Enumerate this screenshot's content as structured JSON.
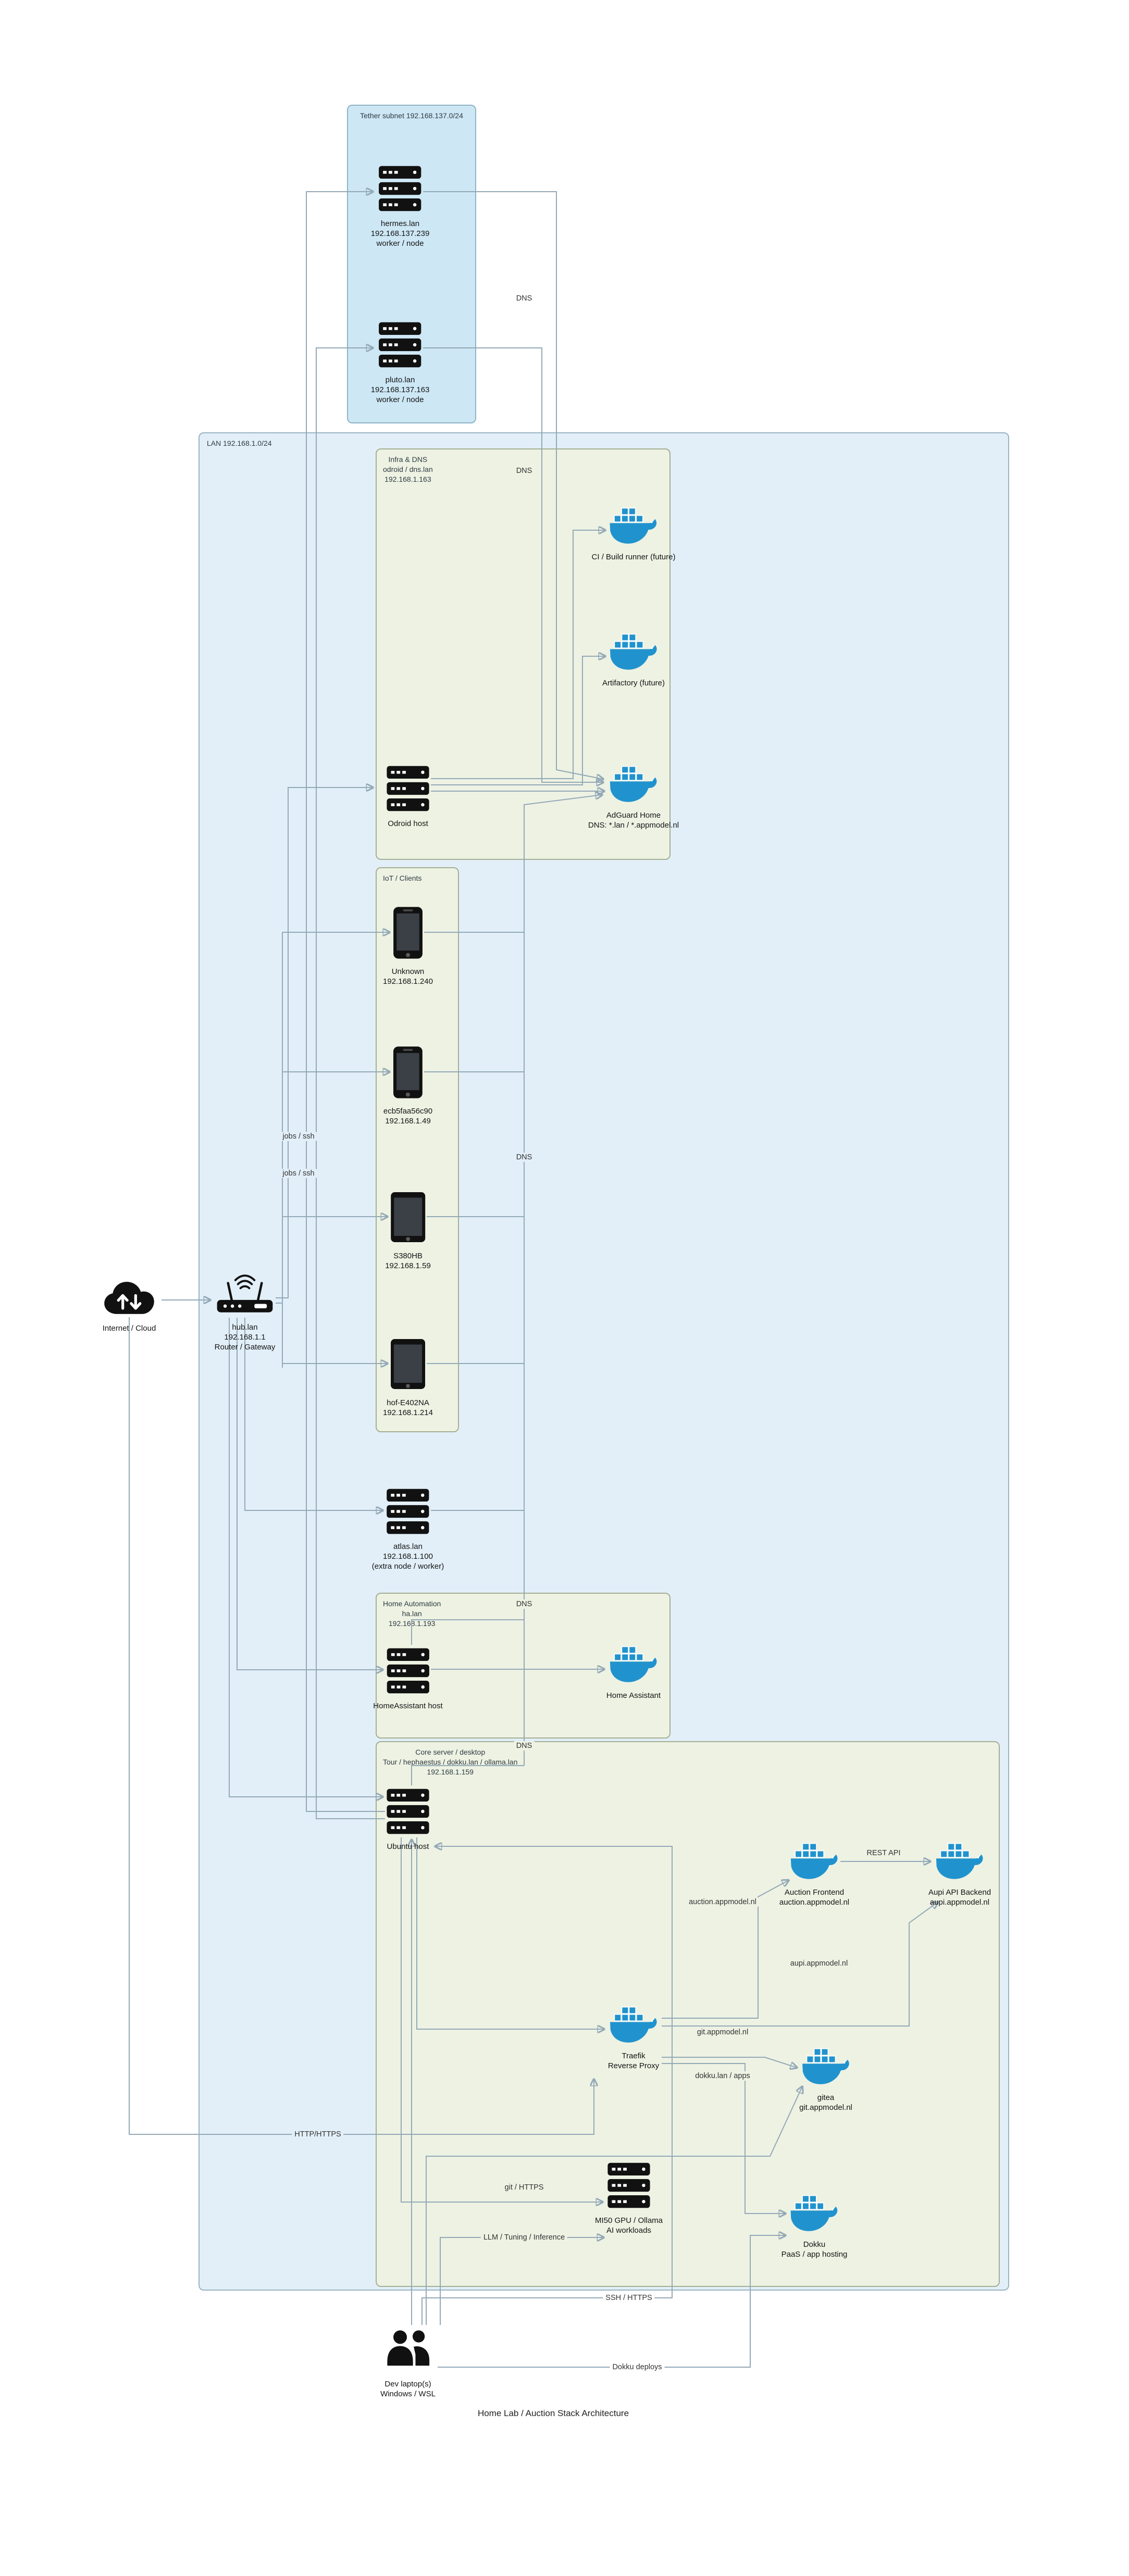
{
  "diagram": {
    "title": "Home Lab / Auction Stack Architecture"
  },
  "clusters": {
    "tether": {
      "label": "Tether subnet 192.168.137.0/24"
    },
    "lan": {
      "label": "LAN 192.168.1.0/24"
    },
    "infra": {
      "lines": [
        "Infra & DNS",
        "odroid / dns.lan",
        "192.168.1.163"
      ]
    },
    "iot": {
      "lines": [
        "IoT / Clients"
      ]
    },
    "homeauto": {
      "lines": [
        "Home Automation",
        "ha.lan",
        "192.168.1.193"
      ]
    },
    "core": {
      "lines": [
        "Core server / desktop",
        "Tour / hephaestus / dokku.lan / ollama.lan",
        "192.168.1.159"
      ]
    }
  },
  "nodes": {
    "hermes": {
      "icon": "server-icon",
      "lines": [
        "hermes.lan",
        "192.168.137.239",
        "worker / node"
      ]
    },
    "pluto": {
      "icon": "server-icon",
      "lines": [
        "pluto.lan",
        "192.168.137.163",
        "worker / node"
      ]
    },
    "odroid_host": {
      "icon": "server-icon",
      "lines": [
        "Odroid host"
      ]
    },
    "ci_runner": {
      "icon": "docker-whale-icon",
      "lines": [
        "CI / Build runner (future)"
      ]
    },
    "artifactory": {
      "icon": "docker-whale-icon",
      "lines": [
        "Artifactory (future)"
      ]
    },
    "adguard": {
      "icon": "docker-whale-icon",
      "lines": [
        "AdGuard Home",
        "DNS: *.lan / *.appmodel.nl"
      ]
    },
    "unknown_device": {
      "icon": "phone-icon",
      "lines": [
        "Unknown",
        "192.168.1.240"
      ]
    },
    "ecb_device": {
      "icon": "phone-icon",
      "lines": [
        "ecb5faa56c90",
        "192.168.1.49"
      ]
    },
    "s380hb": {
      "icon": "tablet-icon",
      "lines": [
        "S380HB",
        "192.168.1.59"
      ]
    },
    "hof_laptop": {
      "icon": "tablet-icon",
      "lines": [
        "hof-E402NA",
        "192.168.1.214"
      ]
    },
    "internet": {
      "icon": "cloud-icon",
      "lines": [
        "Internet / Cloud"
      ]
    },
    "hub": {
      "icon": "router-icon",
      "lines": [
        "hub.lan",
        "192.168.1.1",
        "Router / Gateway"
      ]
    },
    "atlas": {
      "icon": "server-icon",
      "lines": [
        "atlas.lan",
        "192.168.1.100",
        "(extra node / worker)"
      ]
    },
    "ha_host": {
      "icon": "server-icon",
      "lines": [
        "HomeAssistant host"
      ]
    },
    "home_assistant": {
      "icon": "docker-whale-icon",
      "lines": [
        "Home Assistant"
      ]
    },
    "ubuntu_host": {
      "icon": "server-icon",
      "lines": [
        "Ubuntu host"
      ]
    },
    "auction_frontend": {
      "icon": "docker-whale-icon",
      "lines": [
        "Auction Frontend",
        "auction.appmodel.nl"
      ]
    },
    "aupi_backend": {
      "icon": "docker-whale-icon",
      "lines": [
        "Aupi API Backend",
        "aupi.appmodel.nl"
      ]
    },
    "traefik": {
      "icon": "docker-whale-icon",
      "lines": [
        "Traefik",
        "Reverse Proxy"
      ]
    },
    "gitea": {
      "icon": "docker-whale-icon",
      "lines": [
        "gitea",
        "git.appmodel.nl"
      ]
    },
    "mi50": {
      "icon": "server-icon",
      "lines": [
        "MI50 GPU / Ollama",
        "AI workloads"
      ]
    },
    "dokku": {
      "icon": "docker-whale-icon",
      "lines": [
        "Dokku",
        "PaaS / app hosting"
      ]
    },
    "dev_laptops": {
      "icon": "users-icon",
      "lines": [
        "Dev laptop(s)",
        "Windows / WSL"
      ]
    }
  },
  "edge_labels": {
    "dns_tether": "DNS",
    "dns_infra": "DNS",
    "dns_iot": "DNS",
    "dns_ha": "DNS",
    "dns_core": "DNS",
    "jobs_ssh_1": "jobs / ssh",
    "jobs_ssh_2": "jobs / ssh",
    "http_https": "HTTP/HTTPS",
    "rest_api": "REST API",
    "auction_domain": "auction.appmodel.nl",
    "aupi_domain": "aupi.appmodel.nl",
    "git_domain": "git.appmodel.nl",
    "dokku_apps": "dokku.lan / apps",
    "git_https": "git / HTTPS",
    "llm": "LLM / Tuning / Inference",
    "ssh_https": "SSH / HTTPS",
    "dokku_deploys": "Dokku deploys"
  },
  "colors": {
    "tether_fill": "#cde7f5",
    "lan_fill": "#e2eff8",
    "inner_cluster_fill": "#eef2e3",
    "edge": "#93a9b7",
    "docker_blue": "#2093ce",
    "icon_black": "#111111"
  }
}
